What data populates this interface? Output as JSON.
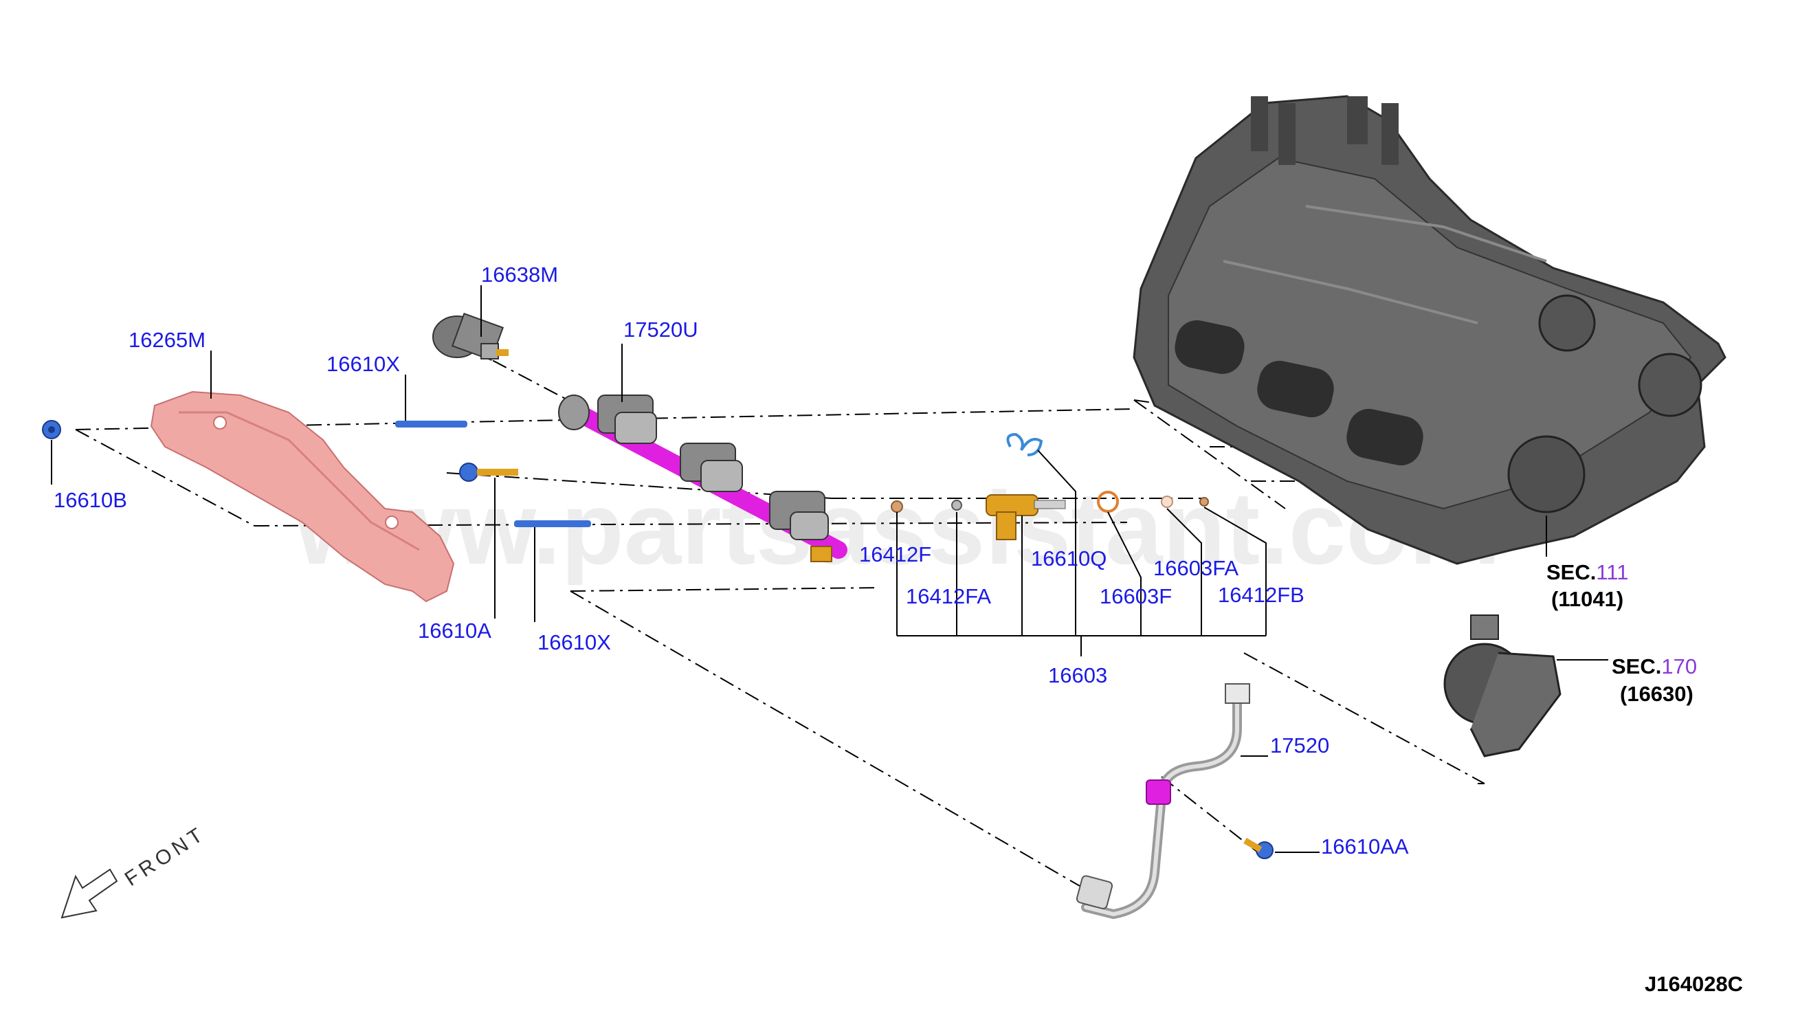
{
  "watermark": "www.partsassistant.com",
  "labels": {
    "p16638M": "16638M",
    "p17520U": "17520U",
    "p16265M": "16265M",
    "p16610X_top": "16610X",
    "p16610B": "16610B",
    "p16610A": "16610A",
    "p16610X_bottom": "16610X",
    "p16412F": "16412F",
    "p16412FA": "16412FA",
    "p16610Q": "16610Q",
    "p16603F": "16603F",
    "p16603FA": "16603FA",
    "p16412FB": "16412FB",
    "p16603": "16603",
    "p17520": "17520",
    "p16610AA": "16610AA"
  },
  "sections": {
    "sec111": {
      "prefix": "SEC.",
      "number": "111",
      "part": "(11041)"
    },
    "sec170": {
      "prefix": "SEC.",
      "number": "170",
      "part": "(16630)"
    }
  },
  "front_label": "FRONT",
  "diagram_code": "J164028C",
  "colors": {
    "label": "#1a1ae6",
    "section_number": "#8a3ad9",
    "heat_shield": "#e8908c",
    "fuel_rail": "#e020e0",
    "injector": "#e0a020",
    "bolts": "#3a6fd8",
    "engine_block": "#4a4a4a"
  }
}
